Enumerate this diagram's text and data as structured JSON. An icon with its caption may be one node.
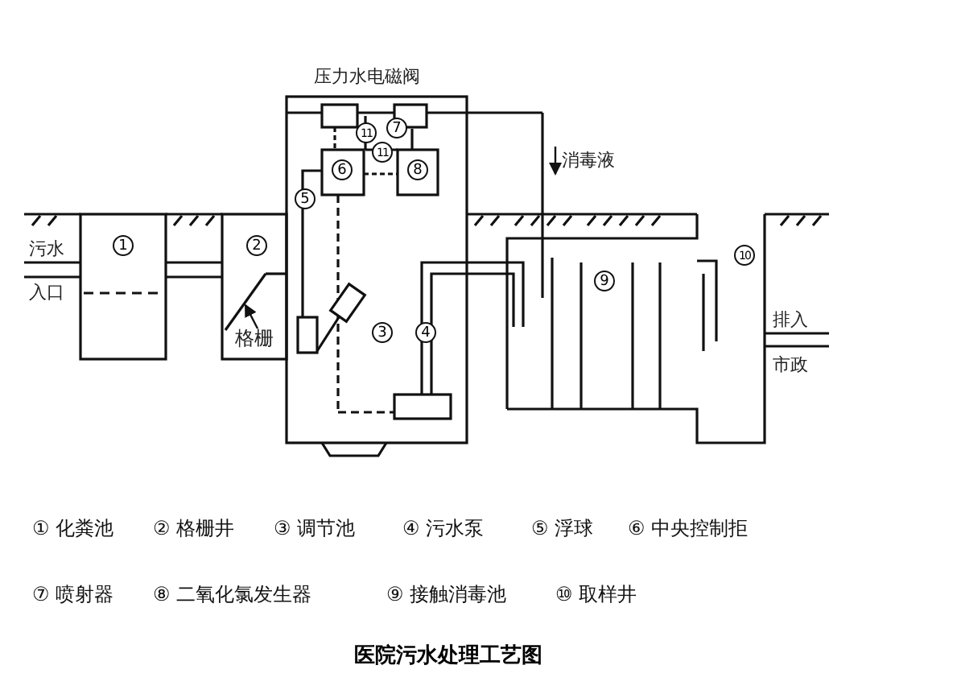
{
  "diagram": {
    "caption": "医院污水处理工艺图",
    "nodes": [
      {
        "text": [
          "格栅"
        ]
      },
      {
        "text": [],
        "shape": "bar"
      }
    ],
    "edges": [
      {
        "from": 0,
        "to": 1,
        "arrow": "to"
      }
    ],
    "labels": [
      "压力水电磁阀",
      "11",
      "7",
      "11",
      "6",
      "8",
      "5",
      "消毒液",
      "1",
      "2",
      "10",
      "污水",
      "入口",
      "9",
      "3",
      "4",
      "排入",
      "市政",
      "① 化粪池",
      "② 格栅井",
      "③ 调节池",
      "④ 污水泵",
      "⑤ 浮球",
      "⑥ 中央控制拒",
      "⑦ 喷射器",
      "⑧ 二氧化氯发生器",
      "⑨ 接触消毒池",
      "⑩ 取样井"
    ]
  }
}
